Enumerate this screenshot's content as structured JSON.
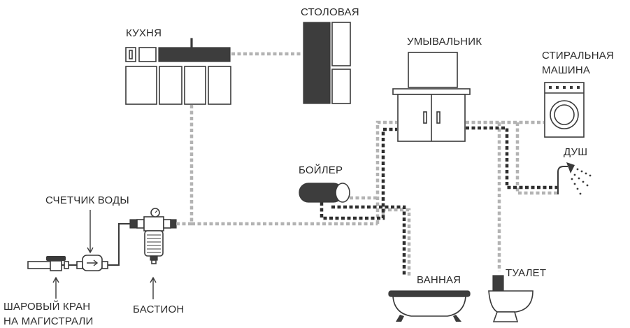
{
  "colors": {
    "cold_line": "#b3b3b3",
    "hot_line": "#2e2e2e",
    "fixture_dark": "#3d3d3d",
    "outline": "#3a3a3a",
    "background": "#ffffff"
  },
  "labels": {
    "dining": "СТОЛОВАЯ",
    "kitchen": "КУХНЯ",
    "washbasin": "УМЫВАЛЬНИК",
    "washing_machine_1": "СТИРАЛЬНАЯ",
    "washing_machine_2": "МАШИНА",
    "shower": "ДУШ",
    "boiler": "БОЙЛЕР",
    "water_meter": "СЧЕТЧИК ВОДЫ",
    "bath": "ВАННАЯ",
    "toilet": "ТУАЛЕТ",
    "ball_valve_1": "ШАРОВЫЙ КРАН",
    "ball_valve_2": "НА МАГИСТРАЛИ",
    "filter": "БАСТИОН"
  }
}
